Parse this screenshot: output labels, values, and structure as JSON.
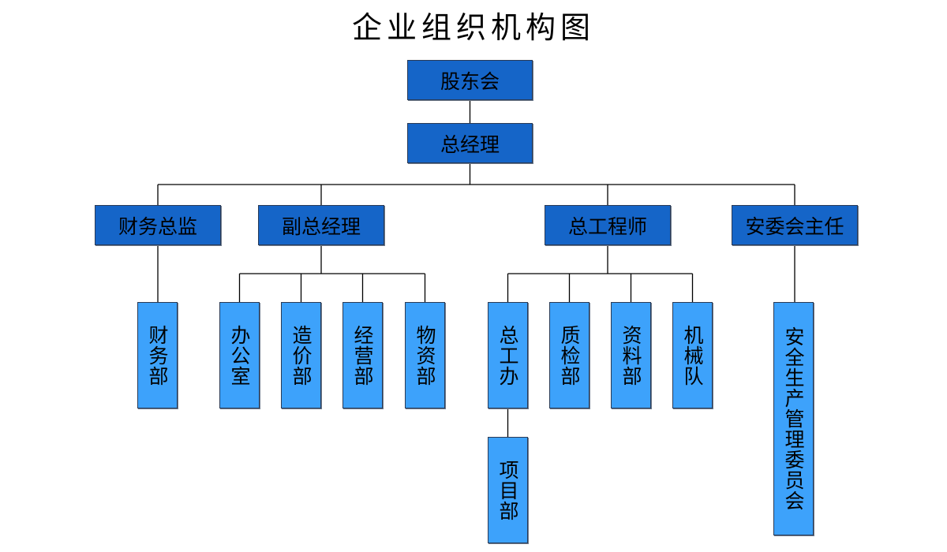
{
  "title": "企业组织机构图",
  "colors": {
    "level_top": "#1565c8",
    "level_dept": "#3da2fb",
    "connector": "#000000"
  },
  "nodes": {
    "shareholders": {
      "label": "股东会",
      "parent": null
    },
    "gm": {
      "label": "总经理",
      "parent": "shareholders"
    },
    "cfo": {
      "label": "财务总监",
      "parent": "gm"
    },
    "deputy_gm": {
      "label": "副总经理",
      "parent": "gm"
    },
    "chief_engineer": {
      "label": "总工程师",
      "parent": "gm"
    },
    "safety_director": {
      "label": "安委会主任",
      "parent": "gm"
    },
    "finance_dept": {
      "label": "财务部",
      "parent": "cfo"
    },
    "office": {
      "label": "办公室",
      "parent": "deputy_gm"
    },
    "costing_dept": {
      "label": "造价部",
      "parent": "deputy_gm"
    },
    "business_dept": {
      "label": "经营部",
      "parent": "deputy_gm"
    },
    "materials_dept": {
      "label": "物资部",
      "parent": "deputy_gm"
    },
    "chief_eng_office": {
      "label": "总工办",
      "parent": "chief_engineer"
    },
    "qc_dept": {
      "label": "质检部",
      "parent": "chief_engineer"
    },
    "docs_dept": {
      "label": "资料部",
      "parent": "chief_engineer"
    },
    "machinery_team": {
      "label": "机械队",
      "parent": "chief_engineer"
    },
    "project_dept": {
      "label": "项目部",
      "parent": "chief_eng_office"
    },
    "safety_committee": {
      "label": "安全生产管理委员会",
      "parent": "safety_director"
    }
  }
}
